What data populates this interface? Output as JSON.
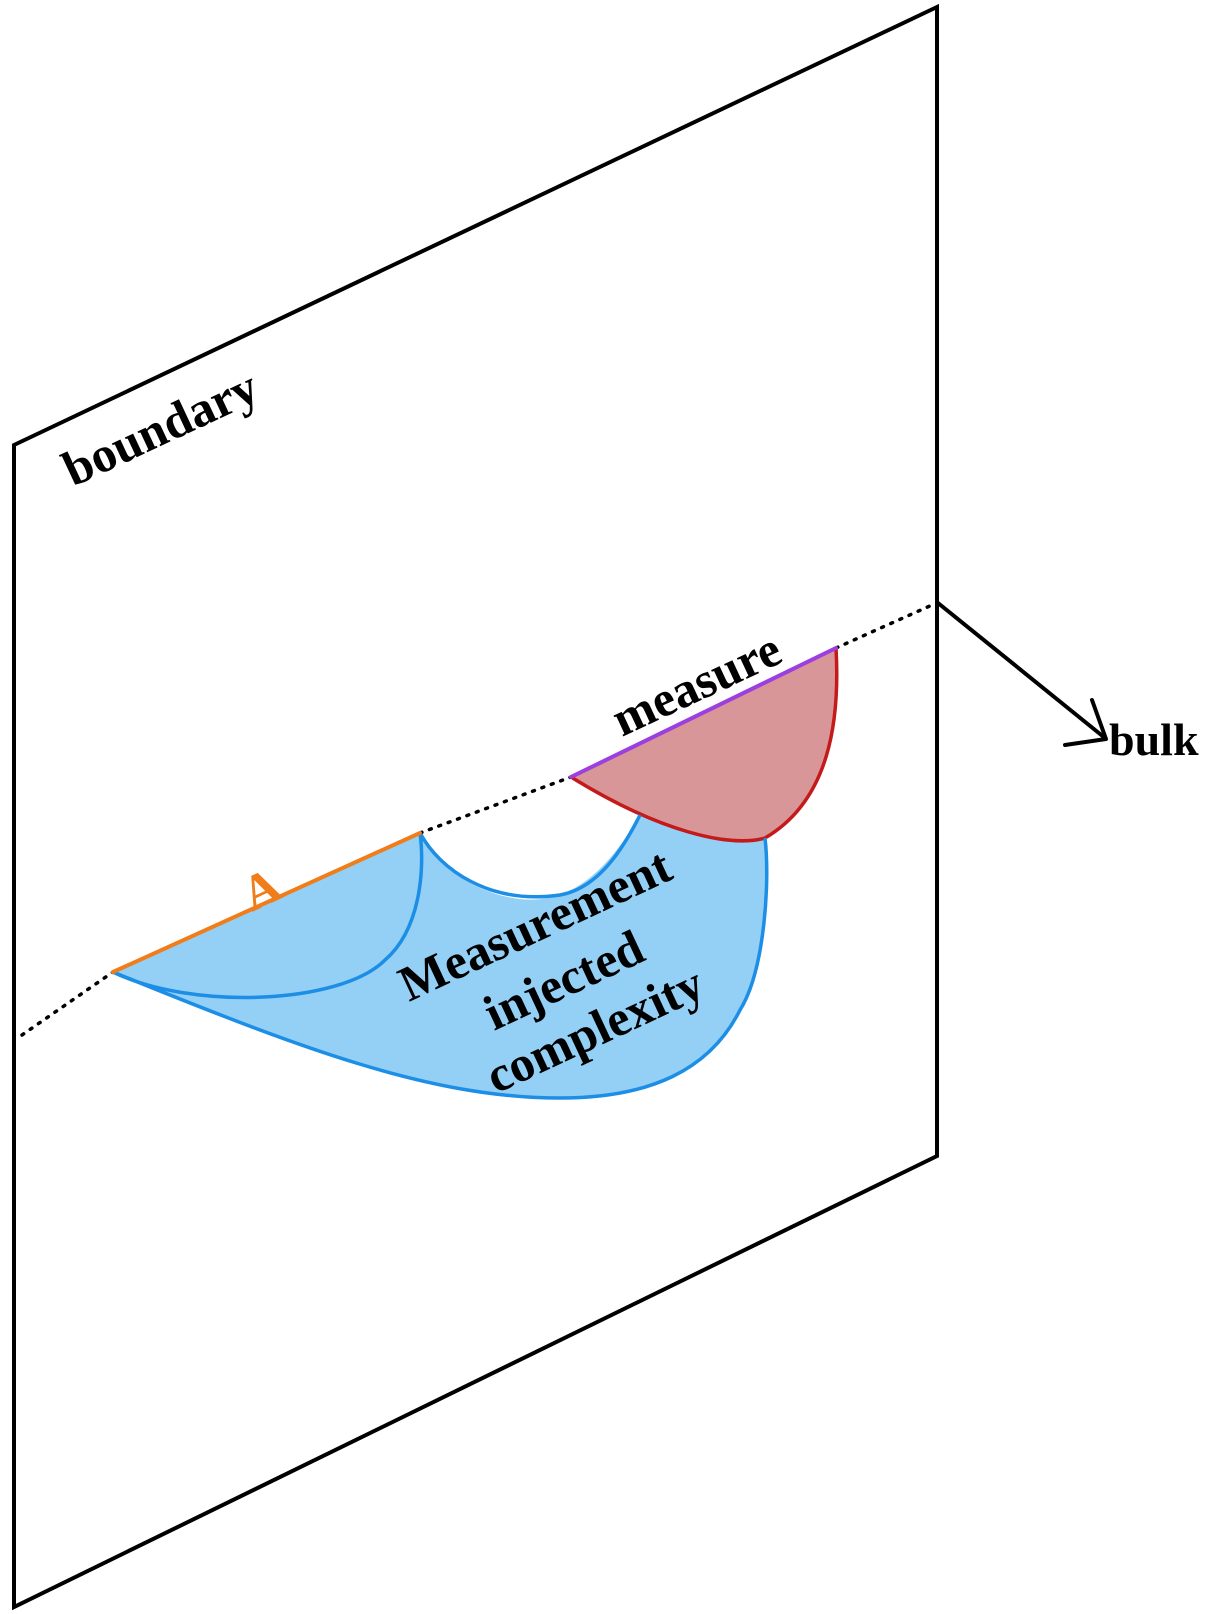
{
  "labels": {
    "boundary": "boundary",
    "bulk": "bulk",
    "measure": "measure",
    "region_a": "A",
    "complexity_lines": [
      "Measurement",
      "injected",
      "complexity"
    ]
  },
  "colors": {
    "plane_stroke": "#000000",
    "region_a": "#f07c1a",
    "measure_segment": "#9b3fe0",
    "measure_region_fill": "#d99698",
    "measure_region_stroke": "#c41a1a",
    "complexity_fill": "#94d0f5",
    "complexity_stroke": "#1c8ee6",
    "text": "#000000"
  }
}
